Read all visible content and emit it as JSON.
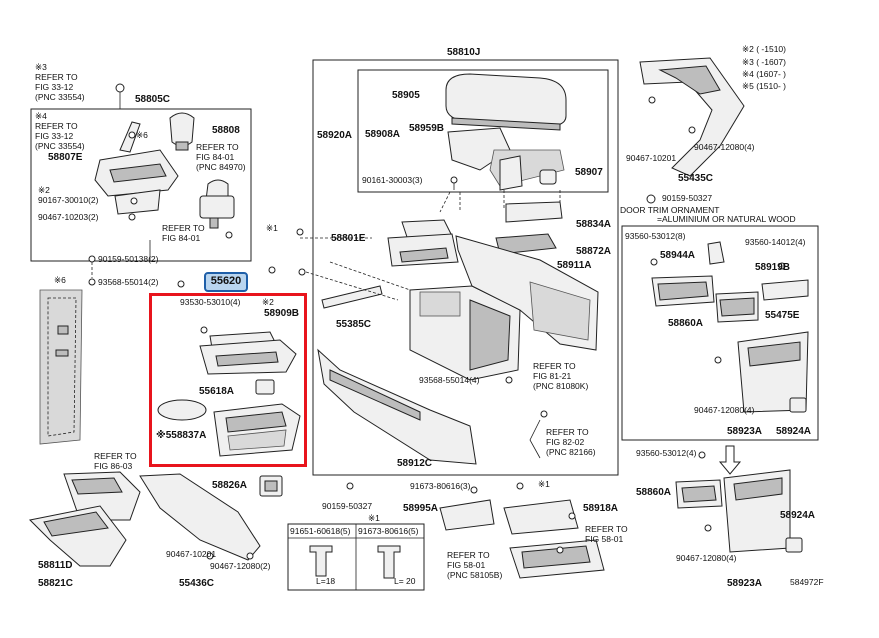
{
  "diagram_code": "584972F",
  "highlighted_part": "55620",
  "applicability_legend": {
    "note2": "※2 (     -1510)",
    "note3": "※3 (     -1607)",
    "note4": "※4 (1607-     )",
    "note5": "※5 (1510-     )"
  },
  "top_left": {
    "note3_mark": "※3",
    "refer_3312": [
      "REFER TO",
      "FIG 33-12",
      "(PNC 33554)"
    ],
    "group_58805C": "58805C",
    "note4_mark": "※4",
    "refer_3312b": [
      "REFER TO",
      "FIG 33-12",
      "(PNC 33554)"
    ],
    "note6_mark": "※6",
    "p58808": "58808",
    "refer_8401a": [
      "REFER TO",
      "FIG 84-01",
      "(PNC 84970)"
    ],
    "p58807E": "58807E",
    "note2_mark": "※2",
    "p90167": "90167-30010(2)",
    "p90467_10203": "90467-10203(2)",
    "refer_8401b": [
      "REFER TO",
      "FIG 84-01"
    ],
    "p90159_50138": "90159-50138(2)",
    "p93568_55014_2": "93568-55014(2)",
    "note6_panel": "※6"
  },
  "center": {
    "group_58810J": "58810J",
    "p58905": "58905",
    "p58920A": "58920A",
    "p58908A": "58908A",
    "p58959B": "58959B",
    "p90161": "90161-30003(3)",
    "p58907": "58907",
    "note1_mark": "※1",
    "p58801E": "58801E",
    "p58834A": "58834A",
    "p58872A": "58872A",
    "p58911A": "58911A",
    "p55385C": "55385C",
    "p93568_55014_4": "93568-55014(4)",
    "refer_8121": [
      "REFER TO",
      "FIG 81-21",
      "(PNC 81080K)"
    ],
    "refer_8202": [
      "REFER TO",
      "FIG 82-02",
      "(PNC 82166)"
    ],
    "p58912C": "58912C"
  },
  "red_box": {
    "p93530": "93530-53010(4)",
    "note2_mark": "※2",
    "p58909B": "58909B",
    "p55618A": "55618A",
    "p58837A": "※558837A"
  },
  "right_top": {
    "p90467_12080_4": "90467-12080(4)",
    "p90467_10201": "90467-10201",
    "p55435C": "55435C",
    "p90159_50327": "90159-50327",
    "door_trim": [
      "DOOR TRIM ORNAMENT",
      "=ALUMINIUM OR NATURAL WOOD"
    ]
  },
  "right_box": {
    "p93560_53012": "93560-53012(8)",
    "p93560_14012": "93560-14012(4)",
    "p58944A": "58944A",
    "p58919B": "58919B",
    "p55475E": "55475E",
    "p58860A": "58860A",
    "p90467_12080": "90467-12080(4)",
    "p58923A": "58923A",
    "p58924A": "58924A"
  },
  "bottom_right": {
    "p93560_53012_4": "93560-53012(4)",
    "p58860A": "58860A",
    "p58924A": "58924A",
    "p90467_12080_4": "90467-12080(4)",
    "p58923A": "58923A"
  },
  "bottom_left": {
    "refer_8603": [
      "REFER TO",
      "FIG 86-03"
    ],
    "p58811D": "58811D",
    "p58821C": "58821C",
    "p58826A": "58826A",
    "p90467_10201": "90467-10201",
    "p90467_12080_2": "90467-12080(2)",
    "p55436C": "55436C"
  },
  "bottom_center": {
    "p90159_50327": "90159-50327",
    "p91673_1": "91673-80616(3)",
    "note1_mark": "※1",
    "p58995A": "58995A",
    "p58918A": "58918A",
    "refer_5801a": [
      "REFER TO",
      "FIG 58-01"
    ],
    "refer_5801b": [
      "REFER TO",
      "FIG 58-01",
      "(PNC 58105B)"
    ],
    "bolt_table": {
      "note1_mark": "※1",
      "col1_part": "91651-60618(5)",
      "col2_part": "91673-80616(5)",
      "col1_len": "L=18",
      "col2_len": "L= 20"
    }
  }
}
